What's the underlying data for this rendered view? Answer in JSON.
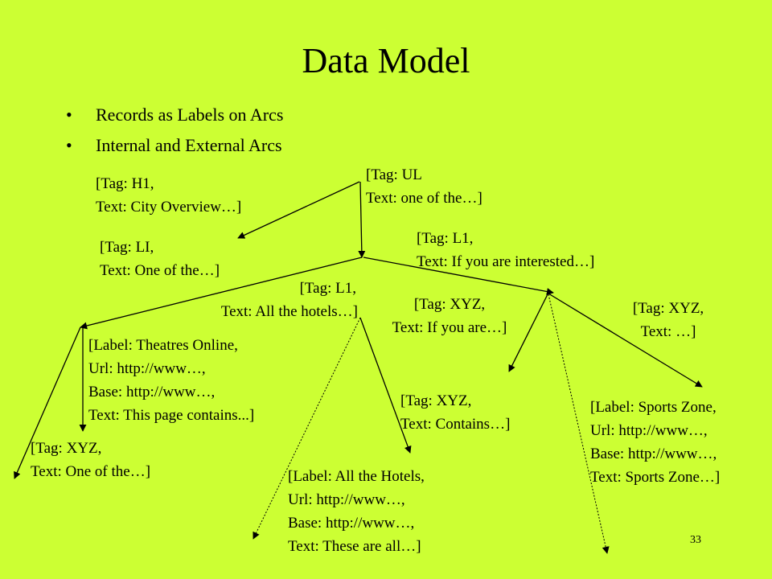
{
  "title": "Data Model",
  "bullets": [
    "Records as Labels on Arcs",
    "Internal and External Arcs"
  ],
  "labels": {
    "ul": [
      "[Tag: UL",
      "Text: one of the…]"
    ],
    "h1": [
      "[Tag: H1,",
      "Text: City Overview…]"
    ],
    "li": [
      "[Tag: LI,",
      "Text: One of the…]"
    ],
    "l1_interested": [
      "[Tag: L1,",
      "Text: If you are interested…]"
    ],
    "l1_hotels": [
      "[Tag: L1,",
      "Text: All the hotels…]"
    ],
    "xyz_ifyouare": [
      "[Tag: XYZ,",
      "Text: If you are…]"
    ],
    "xyz_dots": [
      "[Tag: XYZ,",
      "Text: …]"
    ],
    "theatres": [
      "[Label: Theatres Online,",
      "Url: http://www…,",
      "Base: http://www…,",
      "Text: This page contains...]"
    ],
    "xyz_contains": [
      "[Tag: XYZ,",
      "Text: Contains…]"
    ],
    "sports": [
      "[Label: Sports Zone,",
      "Url: http://www…,",
      "Base: http://www…,",
      "Text: Sports Zone…]"
    ],
    "xyz_oneofthe": [
      "[Tag: XYZ,",
      "Text: One of the…]"
    ],
    "hotels": [
      "[Label: All the Hotels,",
      "Url: http://www…,",
      "Base: http://www…,",
      "Text: These are all…]"
    ]
  },
  "page_number": "33",
  "colors": {
    "background": "#CCFF33",
    "ink": "#000000"
  }
}
